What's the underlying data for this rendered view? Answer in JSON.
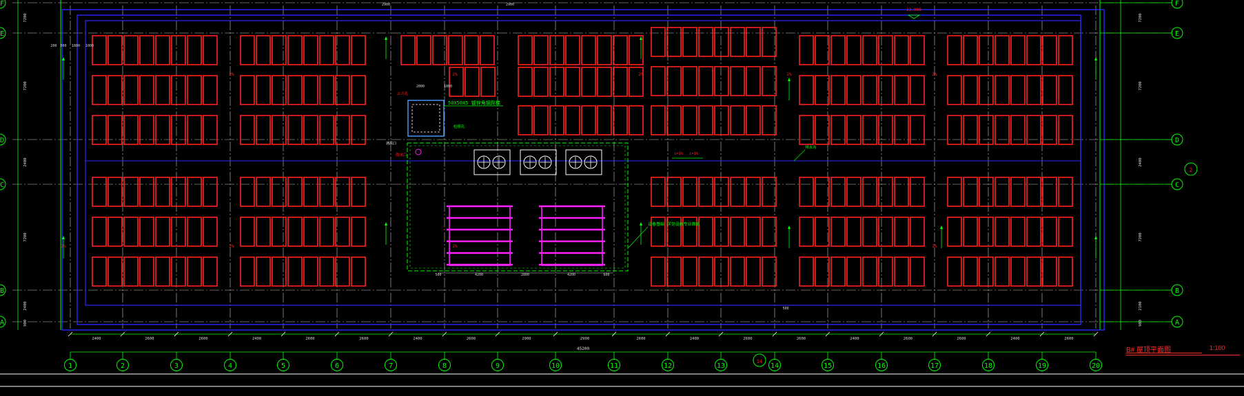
{
  "drawing": {
    "title": "B# 屋顶平面图",
    "scale": "1:100",
    "total_dimension": "45200",
    "bay_dimensions": [
      "2400",
      "2600",
      "2600",
      "2400",
      "2600",
      "2600",
      "2400",
      "2600",
      "2900",
      "2900",
      "2600",
      "2400",
      "2600",
      "2600",
      "2400",
      "2600",
      "2600",
      "2400",
      "2600"
    ],
    "axes_bottom": [
      "1",
      "2",
      "3",
      "4",
      "5",
      "6",
      "7",
      "8",
      "9",
      "10",
      "11",
      "12",
      "13",
      "14",
      "15",
      "16",
      "17",
      "18",
      "19",
      "20"
    ],
    "axes_left": [
      "F",
      "E",
      "D",
      "C",
      "B",
      "A"
    ],
    "axes_right": [
      "F",
      "E",
      "D",
      "C",
      "B",
      "A"
    ],
    "small_dims": [
      "200",
      "600",
      "1800",
      "1000",
      "2900",
      "2000",
      "1800",
      "2900",
      "500"
    ],
    "right_dims": [
      "7200",
      "7200",
      "2400",
      "7200",
      "2100",
      "900"
    ],
    "left_dims": [
      "7200",
      "7200",
      "2400",
      "7200",
      "2400",
      "900"
    ],
    "section_mark": "2",
    "bubble_14": "14"
  },
  "annotations": {
    "ladder_note": "50X50X5 镀锌角钢爬梯",
    "hatch_label": "上人孔",
    "hatch_sub": "检修孔",
    "equipment_note": "设备基础 详见设备专业图纸",
    "roof_drain": "排水沟",
    "slope_a": "i=1%",
    "slope_b": "i=1%",
    "level": "23.900",
    "drain_label": "雨水口",
    "ventilation": "通风口",
    "equip_dims": [
      "4200",
      "2800",
      "4200",
      "500",
      "600"
    ]
  },
  "colors": {
    "background": "#000000",
    "axis_line": "#00ff00",
    "grid_line": "#c8c8c8",
    "panel": "#ff2020",
    "parapet": "#2828ff",
    "equipment": "#ff20ff",
    "annotation": "#00ff00",
    "dim_text": "#d8d8d8"
  }
}
